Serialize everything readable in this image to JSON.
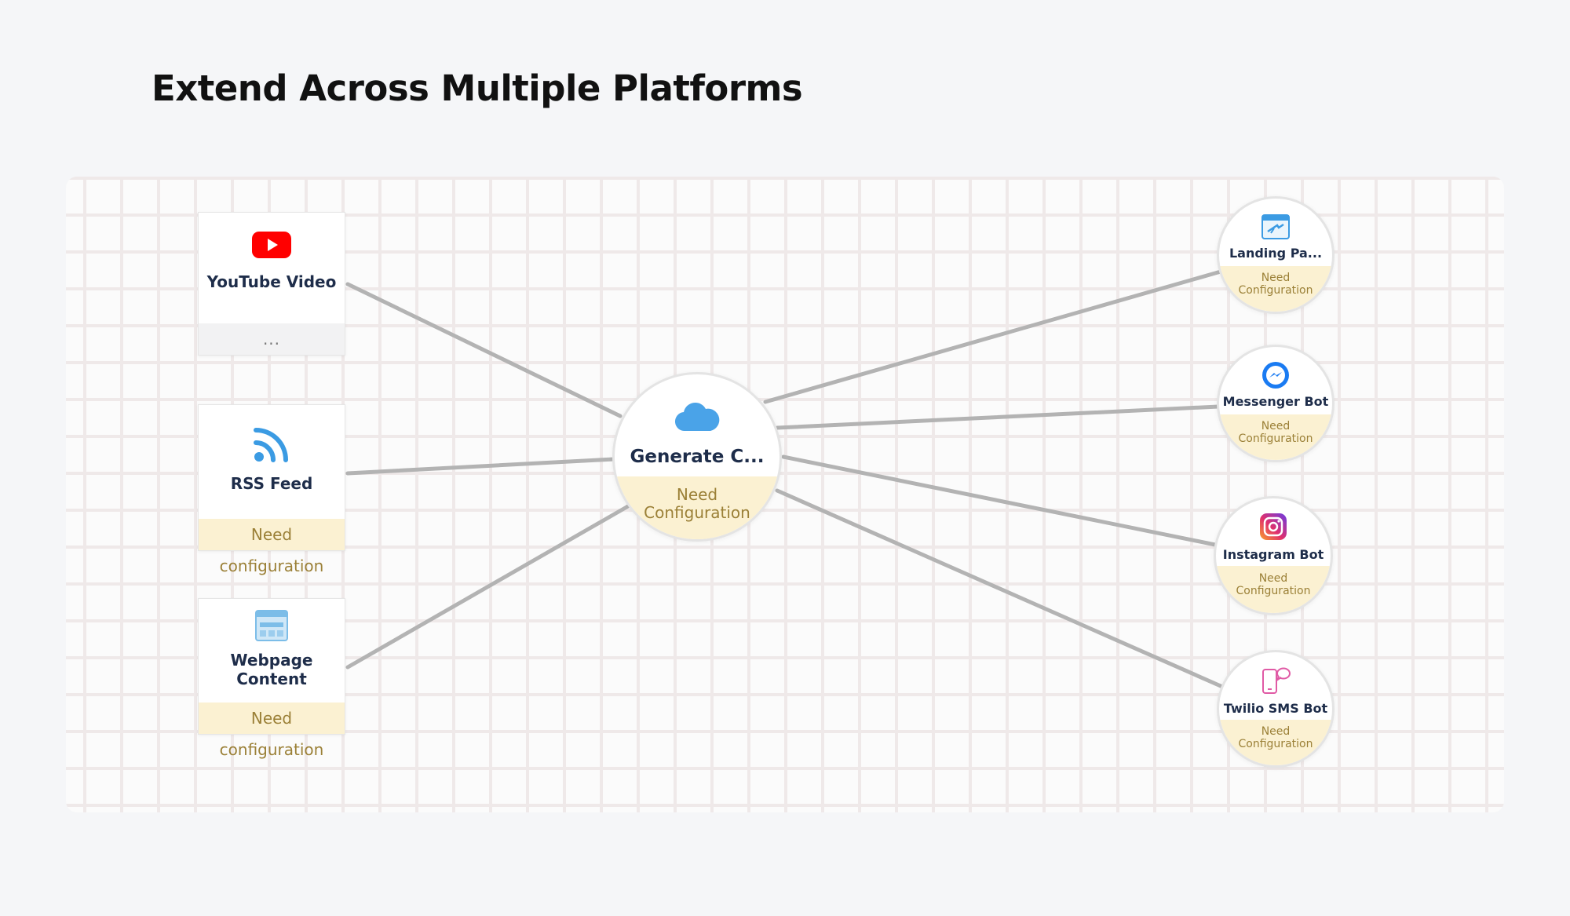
{
  "title": "Extend Across Multiple Platforms",
  "sources": [
    {
      "label": "YouTube Video",
      "footer": "...",
      "icon": "youtube-icon"
    },
    {
      "label": "RSS Feed",
      "footer": "Need configuration",
      "icon": "rss-icon"
    },
    {
      "label": "Webpage Content",
      "footer": "Need configuration",
      "icon": "webpage-icon"
    }
  ],
  "hub": {
    "label": "Generate C...",
    "status": "Need\nConfiguration",
    "icon": "cloud-icon"
  },
  "targets": [
    {
      "label": "Landing Pa...",
      "status": "Need\nConfiguration",
      "icon": "landing-page-icon"
    },
    {
      "label": "Messenger Bot",
      "status": "Need\nConfiguration",
      "icon": "messenger-icon"
    },
    {
      "label": "Instagram Bot",
      "status": "Need\nConfiguration",
      "icon": "instagram-icon"
    },
    {
      "label": "Twilio SMS Bot",
      "status": "Need\nConfiguration",
      "icon": "sms-phone-icon"
    }
  ],
  "colors": {
    "youtube": "#ff0000",
    "rss": "#3b9be3",
    "cloud": "#4aa3e8",
    "messenger": "#1a7bf2",
    "status_bg": "#fbf1d2",
    "status_text": "#9b8037",
    "connector": "#b3b3b3"
  }
}
